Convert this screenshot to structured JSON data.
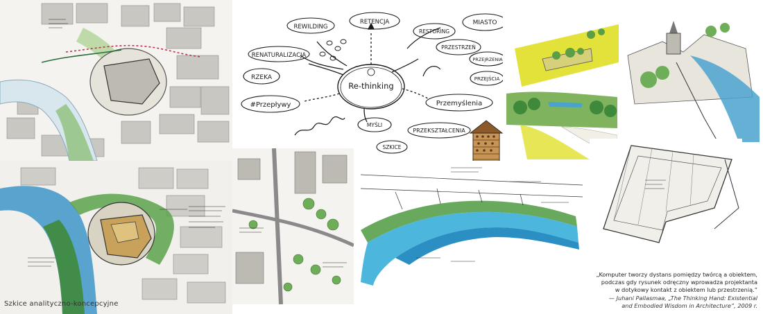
{
  "mindmap": {
    "center": "Re-thinking",
    "nodes": {
      "retencja": "RETENCJA",
      "rewilding": "REWILDING",
      "renaturalizacja": "RENATURALIZACJA",
      "rzeka": "RZEKA",
      "przeplywy": "#Przepływy",
      "mysli": "MYŚLI",
      "szkice": "SZKICE",
      "przeksztalcenia": "PRZEKSZTAŁCENIA",
      "przemyslenia": "Przemyślenia",
      "przejscia": "PRZEJŚCIA",
      "przejrzenia": "PRZEJRZENIA",
      "przestrzen": "PRZESTRZEŃ",
      "restoring": "RESTORING",
      "miasto": "MIASTO"
    }
  },
  "caption": "Szkice analityczno-koncepcyjne",
  "quote": {
    "line1": "„Komputer tworzy dystans pomiędzy twórcą a obiektem,",
    "line2": "podczas gdy rysunek odręczny wprowadza projektanta",
    "line3": "w dotykowy kontakt z obiektem lub przestrzenią.”",
    "attribution1": "— Juhani Pallasmaa, „The Thinking Hand: Existential",
    "attribution2": "and Embodied Wisdom in Architecture”, 2009 r."
  },
  "colors": {
    "water": "#3d97c9",
    "green": "#3f8a3a",
    "yellow": "#e3e23a",
    "castle": "#c8a25a",
    "ink": "#1a1a1a"
  }
}
